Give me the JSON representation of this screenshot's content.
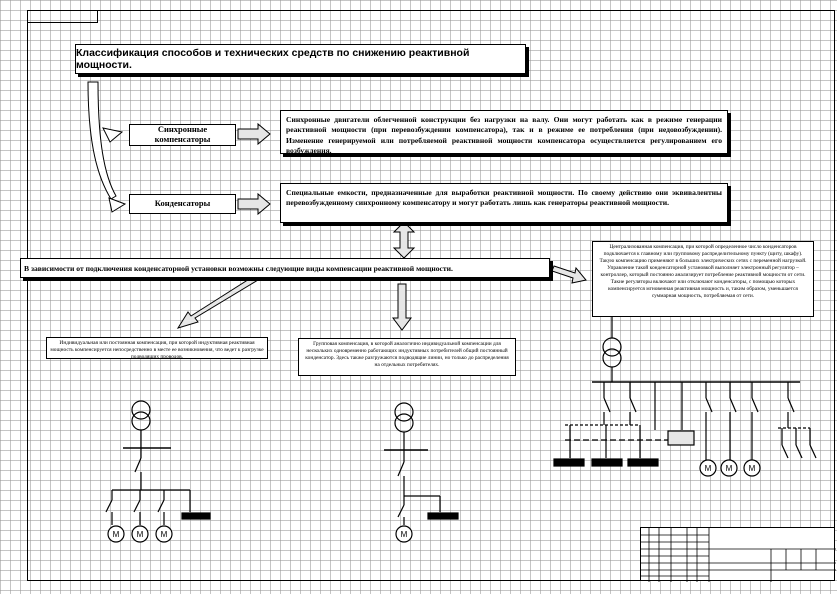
{
  "title": "Классификация способов и технических средств по снижению реактивной мощности.",
  "categories": {
    "sync": {
      "label": "Синхронные компенсаторы",
      "description": "Синхронные двигатели облегченной конструкции без нагрузки на валу. Они могут работать как в режиме генерации реактивной мощности (при перевозбуждении компенсатора), так и в режиме ее потребления (при недовозбуждении). Изменение генерируемой или потребляемой реактивной мощности компенсатора осуществляется регулированием его возбуждения."
    },
    "capacitors": {
      "label": "Конденсаторы",
      "description": "Специальные емкости, предназначенные для выработки реактивной мощности. По своему действию они эквивалентны перевозбужденному синхронному компенсатору и могут работать лишь как генераторы реактивной мощности."
    }
  },
  "types_heading": "В зависимости от подключения конденсаторной установки возможны следующие виды компенсации реактивной мощности.",
  "compensation": {
    "individual": "Индивидуальная или постоянная компенсация, при которой индуктивная реактивная мощность компенсируется непосредственно в месте ее возникновения, что ведет к разгрузке подводящих проводов.",
    "group": "Групповая компенсация, в которой аналогично индивидуальной компенсации для нескольких одновременно работающих индуктивных потребителей общий постоянный конденсатор. Здесь также разгружаются подводящие линии, но только до распределения на отдельных потребителях.",
    "central": "Централизованная компенсация, при которой определенное число конденсаторов подключается к главному или групповому распределительному пункту (щиту, шкафу). Такую компенсацию применяют в больших электрических сетях с переменной нагрузкой. Управление такой конденсаторной установкой выполняет электронный регулятор – контроллер, который постоянно анализирует потребление реактивной мощности от сети. Такие регуляторы включают или отключают конденсаторы, с помощью которых компенсируется мгновенная реактивная мощность и, таким образом, уменьшается суммарная мощность, потребляемая от сети."
  },
  "motor_label": "M"
}
